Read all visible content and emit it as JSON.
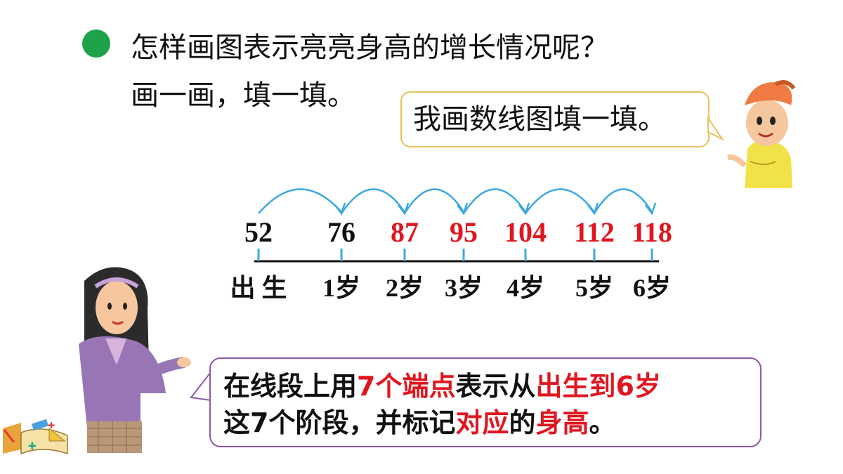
{
  "question": {
    "line1": "怎样画图表示亮亮身高的增长情况呢？",
    "line2": "画一画，填一填。"
  },
  "boy_bubble": "我画数线图填一填。",
  "number_line": {
    "heights": [
      "52",
      "76",
      "87",
      "95",
      "104",
      "112",
      "118"
    ],
    "ages": [
      "出 生",
      "1岁",
      "2岁",
      "3岁",
      "4岁",
      "5岁",
      "6岁"
    ],
    "highlight_color": "#e0161f",
    "base_color": "#111111",
    "tick_color": "#3aa9e0",
    "arc_color": "#3aa9e0"
  },
  "teacher_bubble": {
    "r1": [
      "在线段上用",
      "7个端点",
      "表示从",
      "出生到6岁"
    ],
    "r2": [
      "这7个阶段，并标记",
      "对应",
      "的",
      "身高",
      "。"
    ]
  },
  "colors": {
    "bullet": "#1ea24a",
    "bubble_top_border": "#e8c25a",
    "bubble_bottom_border": "#8b5aa8",
    "emphasis": "#e0161f"
  }
}
